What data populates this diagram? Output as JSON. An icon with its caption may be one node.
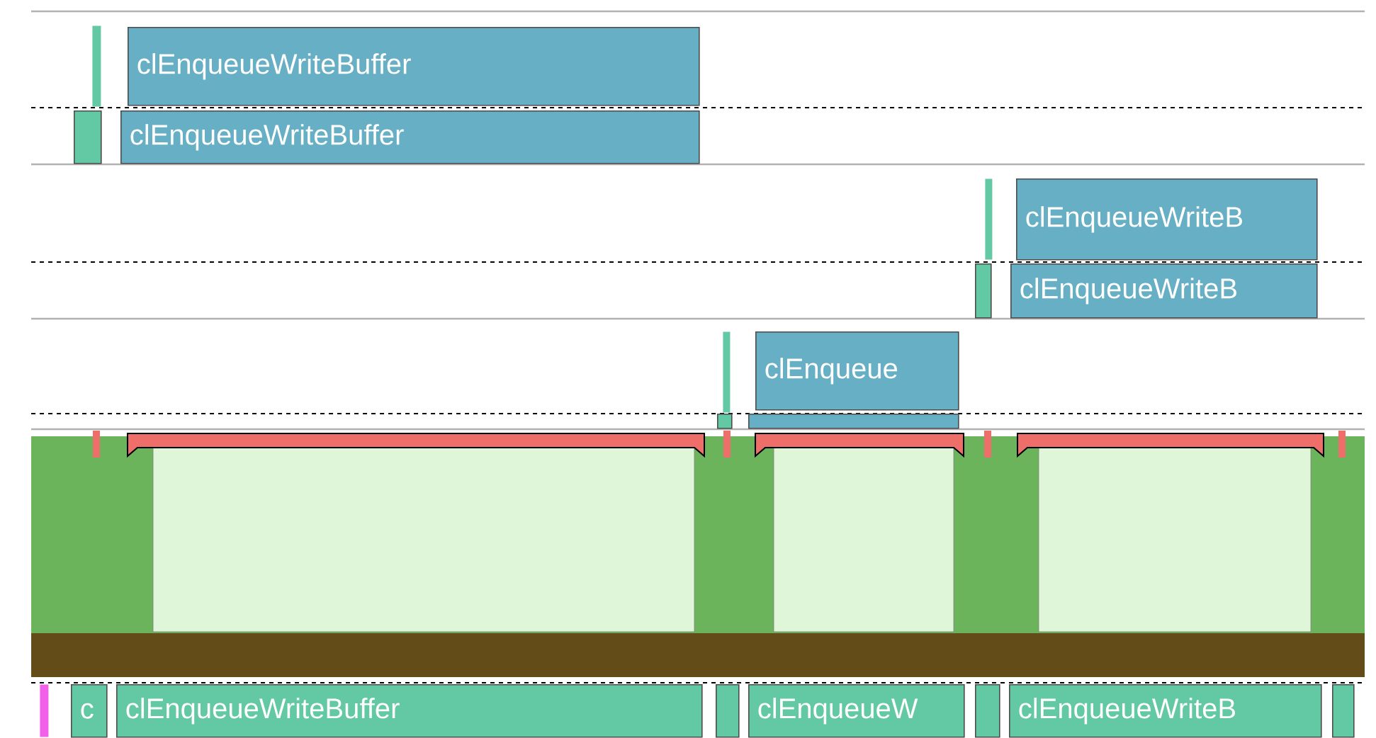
{
  "diagram": {
    "nodes": [
      {
        "text": [],
        "shape": "bar"
      },
      {
        "text": [
          "clEnqueueWriteBuffer"
        ]
      },
      {
        "text": [],
        "shape": "bar"
      },
      {
        "text": [
          "clEnqueueWriteBuffer"
        ]
      },
      {
        "text": [],
        "shape": "bar"
      },
      {
        "text": [
          "clEnqueueWriteB"
        ]
      },
      {
        "text": [],
        "shape": "bar"
      },
      {
        "text": [
          "clEnqueueWriteB"
        ]
      },
      {
        "text": [],
        "shape": "bar"
      },
      {
        "text": [
          "clEnqueue"
        ]
      },
      {
        "text": [],
        "shape": "bar"
      },
      {
        "text": [],
        "shape": "bar"
      },
      {
        "text": [],
        "shape": "bar"
      },
      {
        "text": [
          "c"
        ]
      },
      {
        "text": [
          "clEnqueueWriteBuffer"
        ]
      },
      {
        "text": [],
        "shape": "bar"
      },
      {
        "text": [
          "clEnqueueW"
        ]
      },
      {
        "text": [],
        "shape": "bar"
      },
      {
        "text": [
          "clEnqueueWriteB"
        ]
      },
      {
        "text": [],
        "shape": "bar"
      }
    ]
  }
}
